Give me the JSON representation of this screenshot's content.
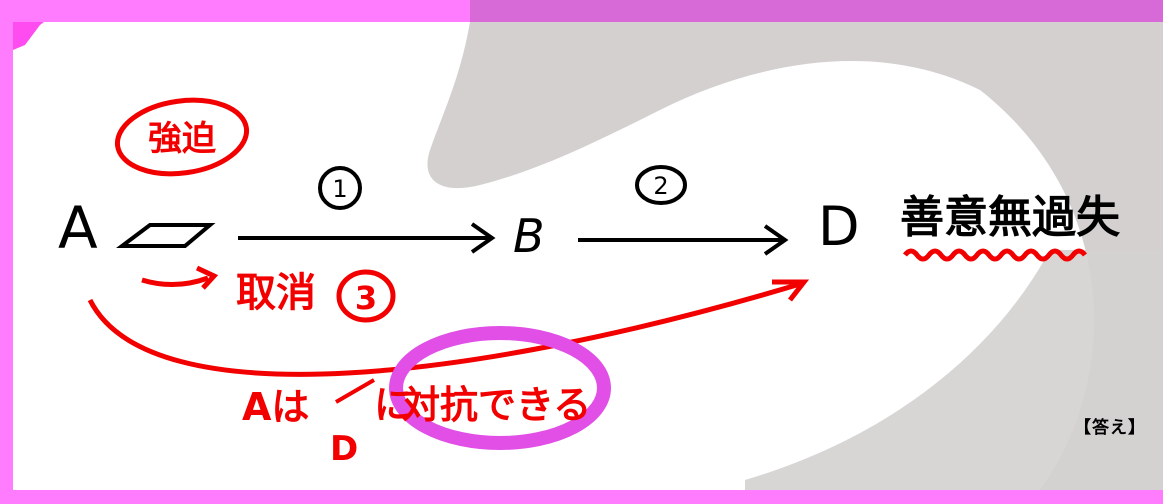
{
  "nodes": {
    "a": "A",
    "b": "B",
    "d": "D"
  },
  "edges": {
    "first_number": "1",
    "second_number": "2"
  },
  "annotations": {
    "duress_label": "強迫",
    "rescission_label": "取消",
    "rescission_number": "3",
    "good_faith_label": "善意無過失",
    "conclusion_a": "Aは",
    "conclusion_d": "D",
    "conclusion_ni": "に",
    "conclusion_can_oppose": "対抗できる"
  },
  "answer_label": "【答え】",
  "colors": {
    "frame": "#ff7cff",
    "annotation_red": "#f20000",
    "highlight": "#e14fe6",
    "ink": "#000000"
  }
}
